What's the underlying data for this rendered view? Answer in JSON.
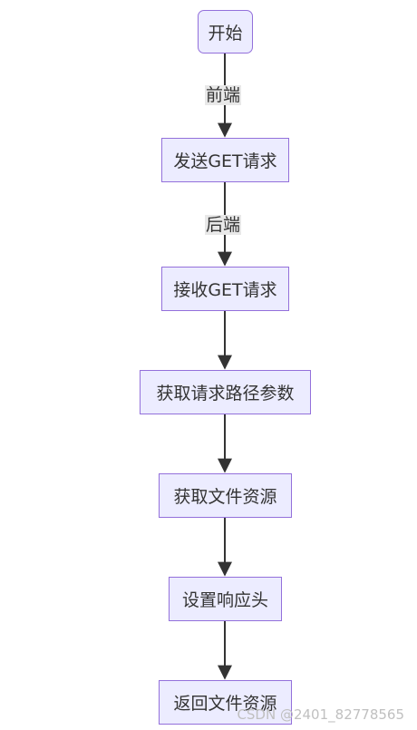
{
  "nodes": [
    {
      "id": "start",
      "label": "开始"
    },
    {
      "id": "send_get",
      "label": "发送GET请求"
    },
    {
      "id": "recv_get",
      "label": "接收GET请求"
    },
    {
      "id": "get_params",
      "label": "获取请求路径参数"
    },
    {
      "id": "get_file",
      "label": "获取文件资源"
    },
    {
      "id": "set_headers",
      "label": "设置响应头"
    },
    {
      "id": "return_file",
      "label": "返回文件资源"
    }
  ],
  "edges": [
    {
      "from": "start",
      "to": "send_get",
      "label": "前端"
    },
    {
      "from": "send_get",
      "to": "recv_get",
      "label": "后端"
    },
    {
      "from": "recv_get",
      "to": "get_params",
      "label": ""
    },
    {
      "from": "get_params",
      "to": "get_file",
      "label": ""
    },
    {
      "from": "get_file",
      "to": "set_headers",
      "label": ""
    },
    {
      "from": "set_headers",
      "to": "return_file",
      "label": ""
    }
  ],
  "colors": {
    "node_fill": "#ECECFF",
    "node_border": "#9370DB",
    "edge": "#333333",
    "label_bg": "#E8E8E8"
  },
  "watermark": "CSDN @2401_82778565"
}
